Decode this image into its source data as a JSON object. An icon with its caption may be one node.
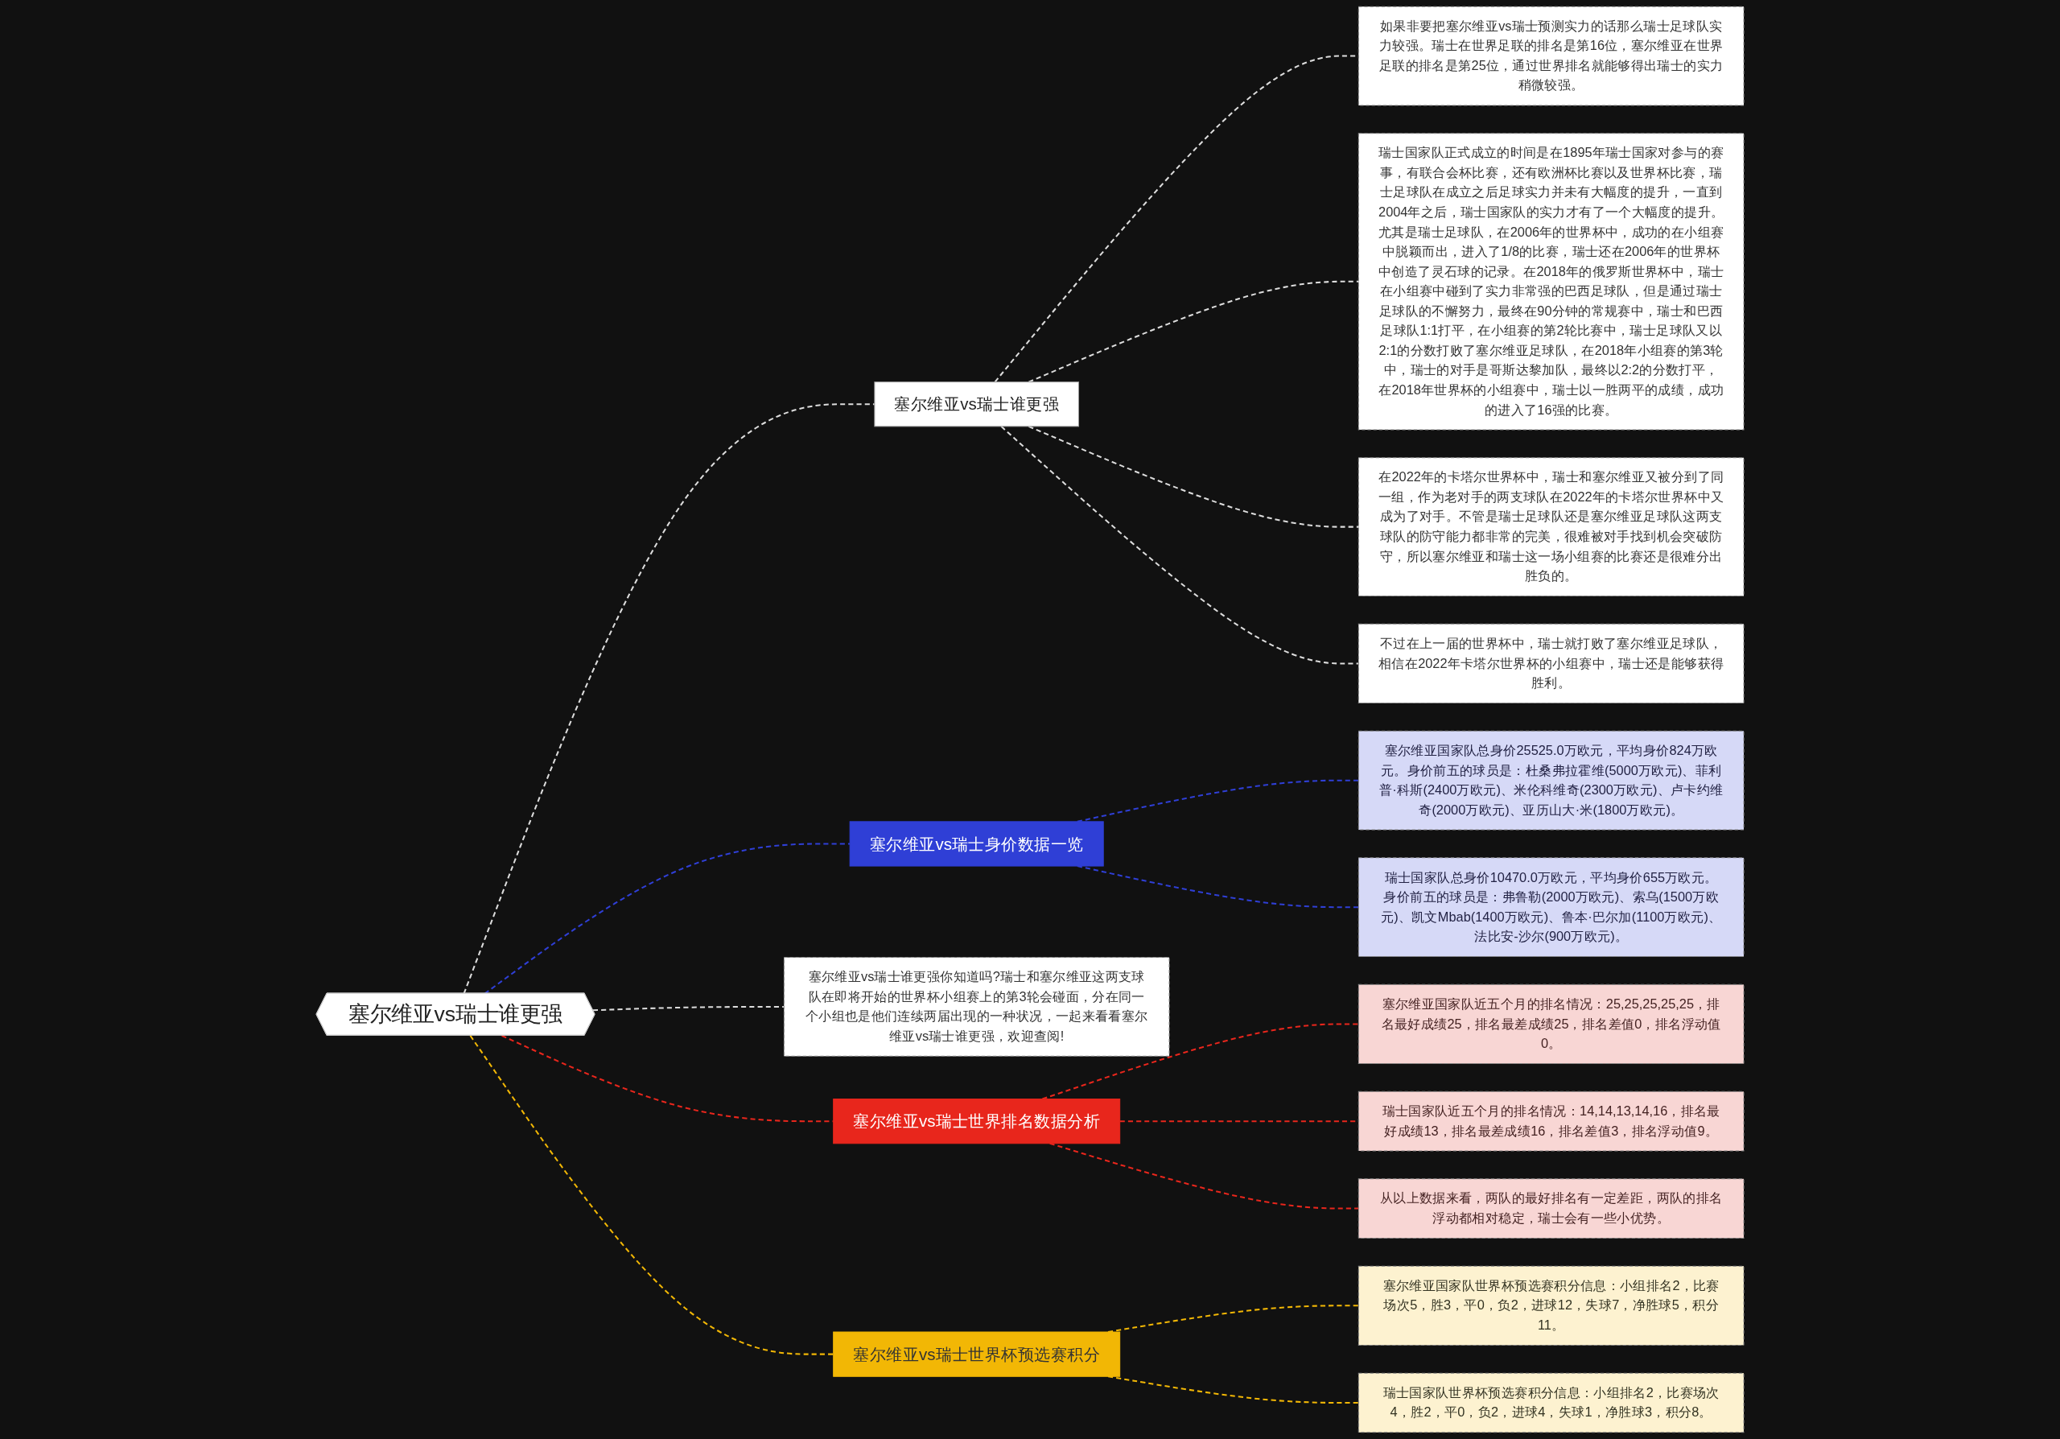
{
  "diagram": {
    "nodes": [
      {
        "text": [
          "塞尔维亚vs瑞士谁更强"
        ]
      },
      {
        "text": [
          "塞尔维亚vs瑞士谁更强"
        ]
      },
      {
        "text": [
          "如果非要把塞尔维亚vs瑞士预测实力的话那么瑞士足球队实力较强。瑞士在世界足联的排名是第16位，塞尔维亚在世界足联的排名是第25位，通过世界排名就能够得出瑞士的实力稍微较强。"
        ]
      },
      {
        "text": [
          "瑞士国家队正式成立的时间是在1895年瑞士国家对参与的赛事，有联合会杯比赛，还有欧洲杯比赛以及世界杯比赛，瑞士足球队在成立之后足球实力并未有大幅度的提升，一直到2004年之后，瑞士国家队的实力才有了一个大幅度的提升。尤其是瑞士足球队，在2006年的世界杯中，成功的在小组赛中脱颖而出，进入了1/8的比赛，瑞士还在2006年的世界杯中创造了灵石球的记录。在2018年的俄罗斯世界杯中，瑞士在小组赛中碰到了实力非常强的巴西足球队，但是通过瑞士足球队的不懈努力，最终在90分钟的常规赛中，瑞士和巴西足球队1:1打平，在小组赛的第2轮比赛中，瑞士足球队又以2:1的分数打败了塞尔维亚足球队，在2018年小组赛的第3轮中，瑞士的对手是哥斯达黎加队，最终以2:2的分数打平，在2018年世界杯的小组赛中，瑞士以一胜两平的成绩，成功的进入了16强的比赛。"
        ]
      },
      {
        "text": [
          "在2022年的卡塔尔世界杯中，瑞士和塞尔维亚又被分到了同一组，作为老对手的两支球队在2022年的卡塔尔世界杯中又成为了对手。不管是瑞士足球队还是塞尔维亚足球队这两支球队的防守能力都非常的完美，很难被对手找到机会突破防守，所以塞尔维亚和瑞士这一场小组赛的比赛还是很难分出胜负的。"
        ]
      },
      {
        "text": [
          "不过在上一届的世界杯中，瑞士就打败了塞尔维亚足球队，相信在2022年卡塔尔世界杯的小组赛中，瑞士还是能够获得胜利。"
        ]
      },
      {
        "text": [
          "塞尔维亚vs瑞士身价数据一览"
        ]
      },
      {
        "text": [
          "塞尔维亚国家队总身价25525.0万欧元，平均身价824万欧元。身价前五的球员是：杜桑弗拉霍维(5000万欧元)、菲利普·科斯(2400万欧元)、米伦科维奇(2300万欧元)、卢卡约维奇(2000万欧元)、亚历山大·米(1800万欧元)。"
        ]
      },
      {
        "text": [
          "瑞士国家队总身价10470.0万欧元，平均身价655万欧元。身价前五的球员是：弗鲁勒(2000万欧元)、索乌(1500万欧元)、凯文Mbab(1400万欧元)、鲁本·巴尔加(1100万欧元)、法比安-沙尔(900万欧元)。"
        ]
      },
      {
        "text": [
          "塞尔维亚vs瑞士谁更强你知道吗?瑞士和塞尔维亚这两支球队在即将开始的世界杯小组赛上的第3轮会碰面，分在同一个小组也是他们连续两届出现的一种状况，一起来看看塞尔维亚vs瑞士谁更强，欢迎查阅!"
        ]
      },
      {
        "text": [
          "塞尔维亚vs瑞士世界排名数据分析"
        ]
      },
      {
        "text": [
          "塞尔维亚国家队近五个月的排名情况：25,25,25,25,25，排名最好成绩25，排名最差成绩25，排名差值0，排名浮动值0。"
        ]
      },
      {
        "text": [
          "瑞士国家队近五个月的排名情况：14,14,13,14,16，排名最好成绩13，排名最差成绩16，排名差值3，排名浮动值9。"
        ]
      },
      {
        "text": [
          "从以上数据来看，两队的最好排名有一定差距，两队的排名浮动都相对稳定，瑞士会有一些小优势。"
        ]
      },
      {
        "text": [
          "塞尔维亚vs瑞士世界杯预选赛积分"
        ]
      },
      {
        "text": [
          "塞尔维亚国家队世界杯预选赛积分信息：小组排名2，比赛场次5，胜3，平0，负2，进球12，失球7，净胜球5，积分11。"
        ]
      },
      {
        "text": [
          "瑞士国家队世界杯预选赛积分信息：小组排名2，比赛场次4，胜2，平0，负2，进球4，失球1，净胜球3，积分8。"
        ]
      }
    ],
    "edges": [
      {
        "from": 0,
        "to": 1,
        "arrow": "none",
        "style": "dashed"
      },
      {
        "from": 1,
        "to": 2,
        "arrow": "none",
        "style": "dashed"
      },
      {
        "from": 1,
        "to": 3,
        "arrow": "none",
        "style": "dashed"
      },
      {
        "from": 1,
        "to": 4,
        "arrow": "none",
        "style": "dashed"
      },
      {
        "from": 1,
        "to": 5,
        "arrow": "none",
        "style": "dashed"
      },
      {
        "from": 0,
        "to": 6,
        "arrow": "none",
        "style": "dashed",
        "color": "#2f3fd6"
      },
      {
        "from": 6,
        "to": 7,
        "arrow": "none",
        "style": "dashed",
        "color": "#2f3fd6"
      },
      {
        "from": 6,
        "to": 8,
        "arrow": "none",
        "style": "dashed",
        "color": "#2f3fd6"
      },
      {
        "from": 0,
        "to": 9,
        "arrow": "none",
        "style": "dashed"
      },
      {
        "from": 0,
        "to": 10,
        "arrow": "none",
        "style": "dashed",
        "color": "#e8261c"
      },
      {
        "from": 10,
        "to": 11,
        "arrow": "none",
        "style": "dashed",
        "color": "#e8261c"
      },
      {
        "from": 10,
        "to": 12,
        "arrow": "none",
        "style": "dashed",
        "color": "#e8261c"
      },
      {
        "from": 10,
        "to": 13,
        "arrow": "none",
        "style": "dashed",
        "color": "#e8261c"
      },
      {
        "from": 0,
        "to": 14,
        "arrow": "none",
        "style": "dashed",
        "color": "#f2b705"
      },
      {
        "from": 14,
        "to": 15,
        "arrow": "none",
        "style": "dashed",
        "color": "#f2b705"
      },
      {
        "from": 14,
        "to": 16,
        "arrow": "none",
        "style": "dashed",
        "color": "#f2b705"
      }
    ]
  }
}
